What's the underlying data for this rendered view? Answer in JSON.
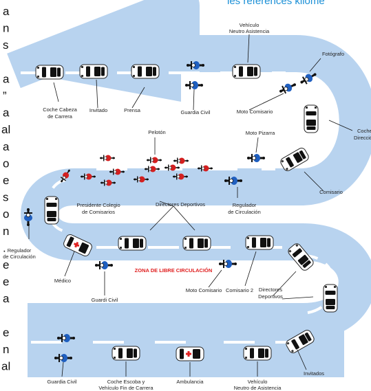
{
  "header_fragment": "les références kilomé",
  "side_letters": [
    "a",
    "n",
    "s",
    "",
    "a",
    "”",
    "a",
    "al",
    "a",
    "o",
    "e",
    "s",
    "o",
    "n",
    ".",
    "e",
    "e",
    "a",
    "",
    "e",
    "n",
    "al"
  ],
  "labels": {
    "coche_cabeza": [
      "Coche Cabeza",
      "de Carrera"
    ],
    "invitado": "Invitado",
    "prensa": "Prensa",
    "guardia_civil_top": "Guardia Civil",
    "vehiculo_neutro_top": [
      "Vehículo",
      "Neutro Asistencia"
    ],
    "fotografo": "Fotógrafo",
    "moto_comisario_top": "Moto Comisario",
    "coche_direccion": [
      "Coche",
      "Dirección"
    ],
    "peloton": "Pelotón",
    "moto_pizarra": "Moto Pizarra",
    "comisario": "Comisario",
    "presidente": [
      "Presidente Colegio",
      "de Comisarios"
    ],
    "directores_top": "Directores Deportivos",
    "regulador_right": [
      "Regulador",
      "de Circulación"
    ],
    "regulador_left": [
      "Regulador",
      "de Circulación"
    ],
    "medico": "Médico",
    "zona": "ZONA DE LIBRE CIRCULACIÓN",
    "guardia_civil_mid": "Guardi Civil",
    "moto_comisario_bottom": "Moto Comisario",
    "comisario_2": "Comisario 2",
    "directores_bottom": [
      "Directores",
      "Deportivos"
    ],
    "invitados": "Invitados",
    "guardia_civil_bottom": "Guardia Civil",
    "coche_escoba": [
      "Coche Escoba y",
      "Vehículo Fin de Carrera"
    ],
    "ambulancia": "Ambulancia",
    "vehiculo_neutro_bottom": [
      "Vehículo",
      "Neutro de Asistencia"
    ]
  },
  "colors": {
    "road": "#b8d3ef",
    "lane": "#ffffff",
    "header": "#1a8fd6",
    "zone_text": "#e02020",
    "car_body": "#ffffff",
    "car_glass": "#111111",
    "cross": "#e02020",
    "rider_blue": "#1f5fc0",
    "rider_red": "#d42020"
  }
}
